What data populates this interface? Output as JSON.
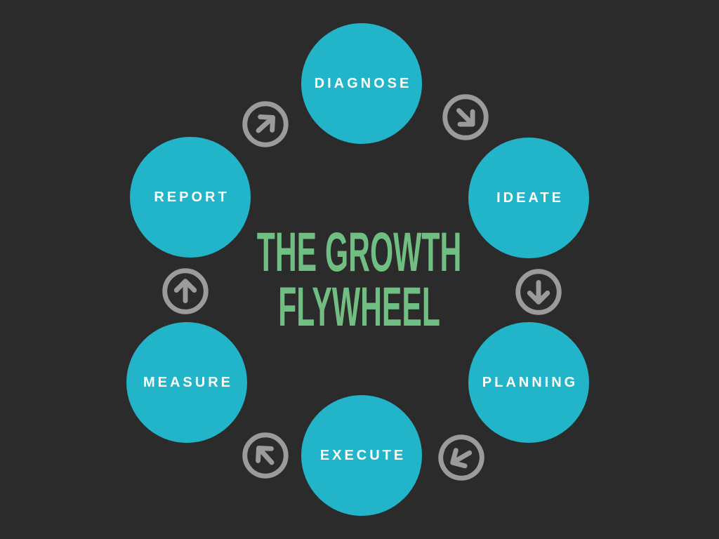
{
  "title": {
    "line1": "THE GROWTH",
    "line2": "FLYWHEEL"
  },
  "nodes": [
    {
      "label": "DIAGNOSE"
    },
    {
      "label": "IDEATE"
    },
    {
      "label": "PLANNING"
    },
    {
      "label": "EXECUTE"
    },
    {
      "label": "MEASURE"
    },
    {
      "label": "REPORT"
    }
  ],
  "arrows": [
    {
      "from": "REPORT",
      "to": "DIAGNOSE",
      "direction": "up-right"
    },
    {
      "from": "DIAGNOSE",
      "to": "IDEATE",
      "direction": "down-right"
    },
    {
      "from": "IDEATE",
      "to": "PLANNING",
      "direction": "down"
    },
    {
      "from": "PLANNING",
      "to": "EXECUTE",
      "direction": "down-left"
    },
    {
      "from": "EXECUTE",
      "to": "MEASURE",
      "direction": "up-left"
    },
    {
      "from": "MEASURE",
      "to": "REPORT",
      "direction": "up"
    }
  ],
  "colors": {
    "background": "#2c2b2b",
    "circle_fill": "#22b4c8",
    "node_label": "#ffffff",
    "title_text": "#70be81",
    "arrow": "#9b9b9b"
  }
}
